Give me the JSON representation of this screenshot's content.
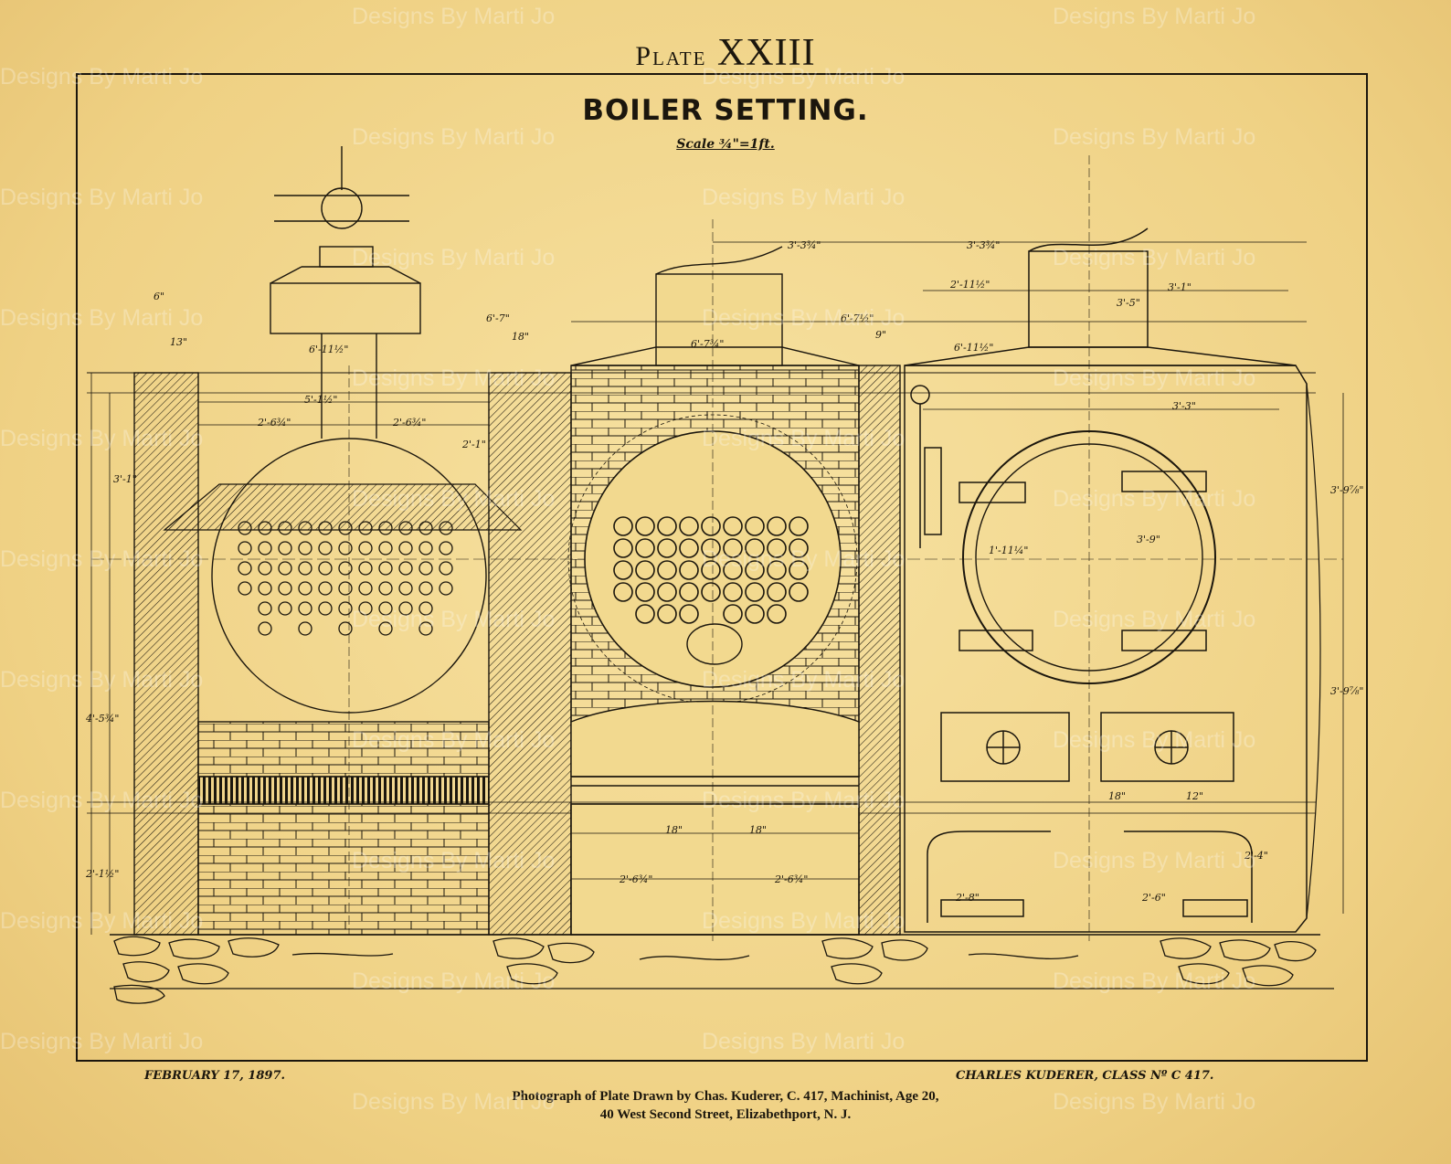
{
  "plate": {
    "prefix": "Plate",
    "numeral": "XXIII"
  },
  "title": "BOILER SETTING.",
  "scale": "Scale ¾\"=1ft.",
  "footer": {
    "date": "FEBRUARY 17, 1897.",
    "signature": "CHARLES KUDERER, CLASS Nº C 417."
  },
  "caption": {
    "line1": "Photograph of Plate Drawn by Chas. Kuderer, C. 417, Machinist, Age 20,",
    "line2": "40 West Second Street, Elizabethport, N. J."
  },
  "watermark": "Designs By Marti Jo",
  "dimensions": {
    "d1": "3'-3¾\"",
    "d2": "3'-3¾\"",
    "d3": "6'-7\"",
    "d4": "6'-7½\"",
    "d5": "5'-1½\"",
    "d6": "2'-6¾\"",
    "d7": "2'-6¾\"",
    "d8": "2'-1\"",
    "d9": "3'-1\"",
    "d10": "18\"",
    "d11": "18\"",
    "d12": "2'-6¾\"",
    "d13": "2'-6¾\"",
    "d14": "3'-3\"",
    "d15": "3'-9\"",
    "d16": "3'-9⅞\"",
    "d17": "3'-9⅞\"",
    "d18": "2'-11½\"",
    "d19": "3'-5\"",
    "d20": "3'-1\"",
    "d21": "6'-11½\"",
    "d22": "18\"",
    "d23": "12\"",
    "d24": "2'-8\"",
    "d25": "2'-6\"",
    "d26": "9\"",
    "d27": "13\"",
    "d28": "6\"",
    "d29": "4'-5¾\"",
    "d30": "2'-1½\"",
    "d31": "6'-7¾\"",
    "d32": "1'-11¼\"",
    "d33": "6'-11½\"",
    "d34": "2'-4\"",
    "d35": "18\""
  },
  "colors": {
    "paper": "#f2d98f",
    "ink": "#1b160d"
  }
}
